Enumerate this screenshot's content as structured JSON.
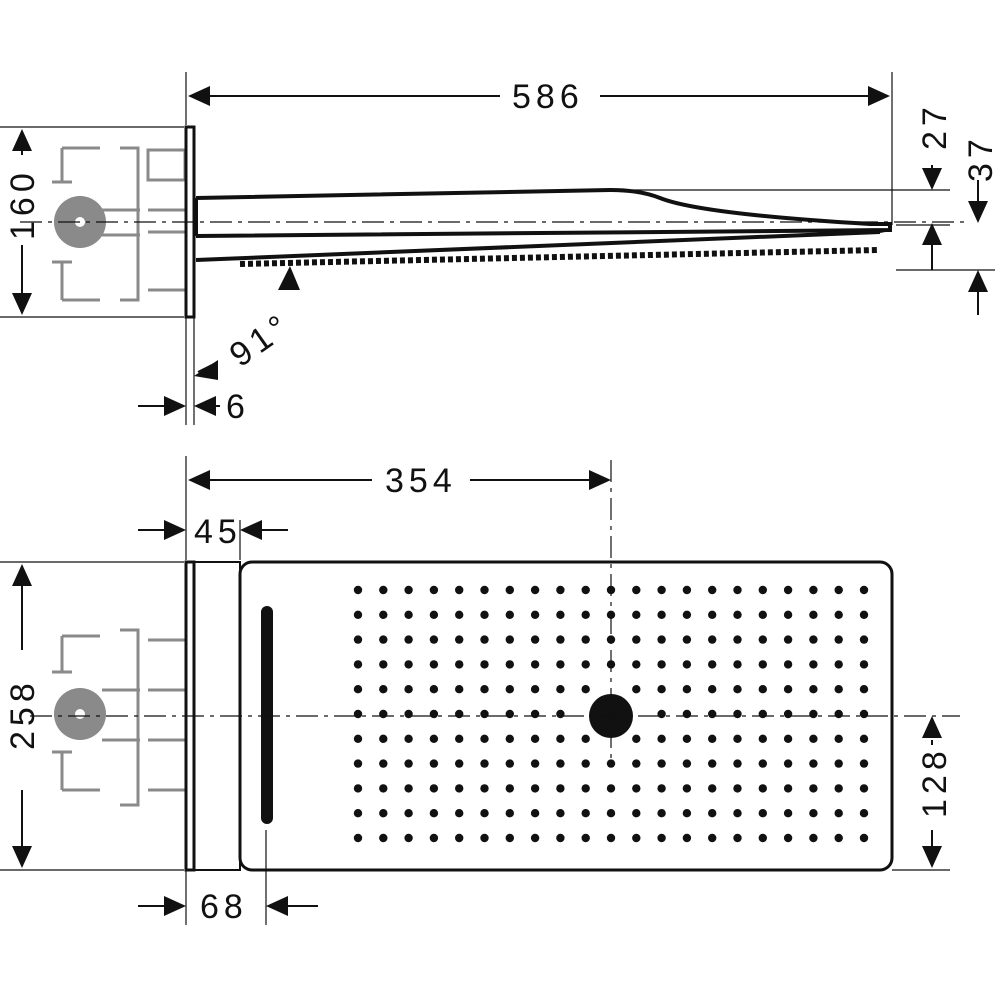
{
  "drawing": {
    "side_view": {
      "overall_length": "586",
      "height_offset_top": "27",
      "height_offset_total": "37",
      "box_height": "160",
      "angle": "91°",
      "plate_thickness": "6"
    },
    "top_view": {
      "center_offset": "354",
      "arm_length": "45",
      "box_width": "258",
      "half_width": "128",
      "flange_depth": "68"
    }
  },
  "colors": {
    "line": "#111111",
    "box_grey": "#8a8a8a",
    "background": "#ffffff"
  }
}
